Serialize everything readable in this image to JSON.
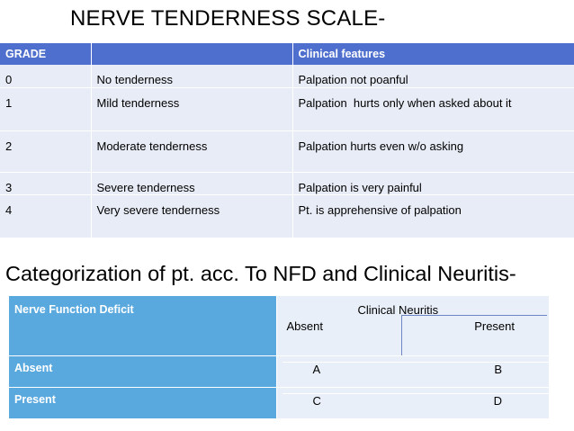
{
  "title": "NERVE TENDERNESS SCALE-",
  "table1": {
    "headers": [
      "GRADE",
      "",
      "Clinical features"
    ],
    "rows": [
      [
        "0",
        "No tenderness",
        "Palpation not poanful"
      ],
      [
        "1",
        "Mild tenderness",
        "Palpation  hurts only when asked about it"
      ],
      [
        "2",
        "Moderate tenderness",
        "Palpation hurts even w/o asking"
      ],
      [
        "3",
        "Severe tenderness",
        "Palpation is very painful"
      ],
      [
        "4",
        "Very severe tenderness",
        "Pt. is apprehensive of palpation"
      ]
    ]
  },
  "subtitle": "Categorization of pt. acc. To NFD and Clinical Neuritis-",
  "table2": {
    "row_header": "Nerve Function Deficit",
    "col_header": "Clinical Neuritis",
    "col_labels": [
      "Absent",
      "Present"
    ],
    "rows": [
      {
        "label": "Absent",
        "values": [
          "A",
          "B"
        ]
      },
      {
        "label": "Present",
        "values": [
          "C",
          "D"
        ]
      }
    ]
  },
  "colors": {
    "header_blue": "#4f6fce",
    "label_blue": "#59a9df",
    "cell_light": "#e8ecf6"
  }
}
